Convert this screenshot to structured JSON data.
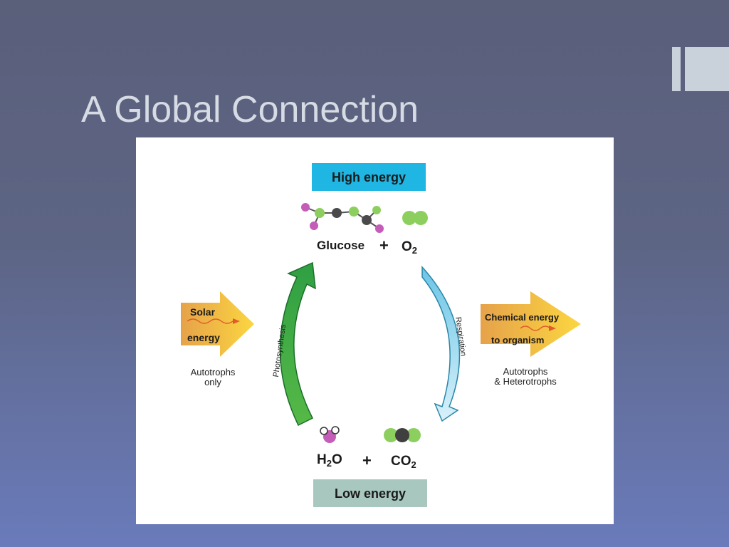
{
  "slide": {
    "title": "A Global Connection"
  },
  "diagram": {
    "high_energy_label": "High energy",
    "low_energy_label": "Low energy",
    "glucose_label": "Glucose",
    "plus_top": "+",
    "plus_bottom": "+",
    "o2": {
      "base": "O",
      "sub": "2"
    },
    "h2o": {
      "pre": "H",
      "sub": "2",
      "post": "O"
    },
    "co2": {
      "base": "CO",
      "sub": "2"
    },
    "photosynthesis_label": "Photosynthesis",
    "respiration_label": "Respiration",
    "solar_line1": "Solar",
    "solar_line2": "energy",
    "solar_note_line1": "Autotrophs",
    "solar_note_line2": "only",
    "chem_line1": "Chemical energy",
    "chem_line2": "to organism",
    "chem_note_line1": "Autotrophs",
    "chem_note_line2": "& Heterotrophs"
  },
  "colors": {
    "high_box": "#1fb6e3",
    "low_box": "#a8c7bf",
    "photosynthesis_arrow": "#3db04a",
    "respiration_arrow": "#8fd3ec",
    "energy_arrow_start": "#e6a24a",
    "energy_arrow_end": "#fbd640"
  }
}
